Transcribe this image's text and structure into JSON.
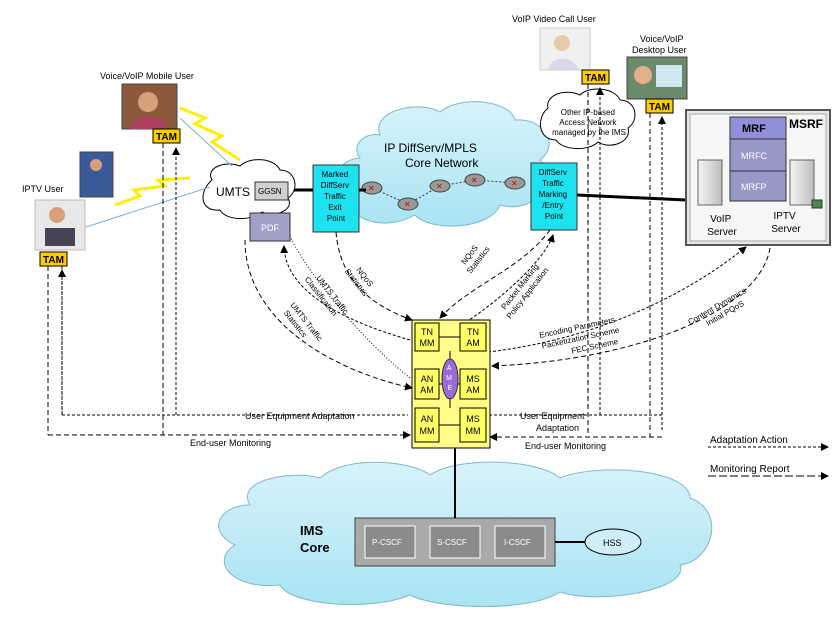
{
  "users": {
    "voip_video": "VoIP Video Call User",
    "voice_desktop_1": "Voice/VoIP",
    "voice_desktop_2": "Desktop User",
    "voice_mobile": "Voice/VoIP Mobile User",
    "iptv": "IPTV User",
    "tam": "TAM"
  },
  "access": {
    "umts": "UMTS",
    "ggsn": "GGSN",
    "pdf": "PDF",
    "other_ip": [
      "Other IP-based",
      "Access Network",
      "managed by the IMS"
    ]
  },
  "core": {
    "title_1": "IP DiffServ/MPLS",
    "title_2": "Core Network",
    "exit_point": [
      "Marked",
      "DiffServ",
      "Traffic",
      "Exit",
      "Point"
    ],
    "entry_point": [
      "DiffServ",
      "Traffic",
      "Marking",
      "/Entry",
      "Point"
    ]
  },
  "msrf": {
    "title": "MSRF",
    "mrf": "MRF",
    "mrfc": "MRFC",
    "mrfp": "MRFP",
    "voip_server": [
      "VoIP",
      "Server"
    ],
    "iptv_server": [
      "IPTV",
      "Server"
    ]
  },
  "ame": {
    "tn_mm": [
      "TN",
      "MM"
    ],
    "tn_am": [
      "TN",
      "AM"
    ],
    "an_am": [
      "AN",
      "AM"
    ],
    "ms_am": [
      "MS",
      "AM"
    ],
    "an_mm": [
      "AN",
      "MM"
    ],
    "ms_mm": [
      "MS",
      "MM"
    ],
    "center": [
      "A",
      "M",
      "E"
    ]
  },
  "arrows": {
    "nqos_stats_1": "NQoS",
    "nqos_stats_2": "Statistics",
    "nqos_stats_b_1": "NQoS",
    "nqos_stats_b_2": "Statistics",
    "umts_class_1": "UMTS Traffic",
    "umts_class_2": "Classification",
    "umts_stats_1": "UMTS Traffic",
    "umts_stats_2": "Statistics",
    "packet_marking_1": "Packet Marking",
    "packet_marking_2": "Policy Application",
    "encoding": "Encoding Parameters",
    "packetization": "Packetization Scheme",
    "fec": "FEC Scheme",
    "content_dyn": "Content Dynamics",
    "initial_pqos": "Initial PQoS",
    "ue_adapt_left": "User Equipment Adaptation",
    "ue_adapt_right_1": "User Equipment",
    "ue_adapt_right_2": "Adaptation",
    "eu_mon_left": "End-user Monitoring",
    "eu_mon_right": "End-user Monitoring"
  },
  "ims": {
    "title_1": "IMS",
    "title_2": "Core",
    "pcscf": "P-CSCF",
    "scscf": "S-CSCF",
    "icscf": "I-CSCF",
    "hss": "HSS"
  },
  "legend": {
    "adaptation": "Adaptation Action",
    "monitoring": "Monitoring Report"
  }
}
